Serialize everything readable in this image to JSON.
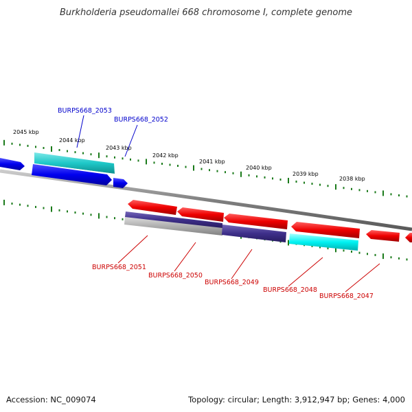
{
  "title": "Burkholderia pseudomallei 668 chromosome I, complete genome",
  "footer": {
    "accession": "Accession: NC_009074",
    "summary": "Topology: circular; Length: 3,912,947 bp; Genes: 4,000"
  },
  "colors": {
    "forward_cds": "#0000ee",
    "forward_cds_alt": "#1ec8c8",
    "reverse_cds": "#ee0000",
    "reverse_cds_alt": "#3e2f8a",
    "reverse_cyan": "#00f2f2",
    "forward_label": "#0000cc",
    "reverse_label": "#cc0000",
    "backbone": "#808080",
    "ticks": "#1a7a1a"
  },
  "kbp_labels": [
    "2045 kbp",
    "2044 kbp",
    "2043 kbp",
    "2042 kbp",
    "2041 kbp",
    "2040 kbp",
    "2039 kbp",
    "2038 kbp"
  ],
  "forward_genes": [
    {
      "id": "fwd-1",
      "label": "",
      "color": "#0000ee"
    },
    {
      "id": "fwd-2",
      "label": "BURPS668_2053",
      "color": "#1ec8c8"
    },
    {
      "id": "fwd-3",
      "label": "",
      "color": "#0000ee"
    },
    {
      "id": "fwd-4",
      "label": "BURPS668_2052",
      "color": "#0000ee"
    }
  ],
  "reverse_genes": [
    {
      "id": "rev-1",
      "label": "",
      "color": "#ee0000"
    },
    {
      "id": "rev-2",
      "label": "",
      "color": "#ee0000"
    },
    {
      "id": "rev-3",
      "label": "",
      "color": "#ee0000"
    },
    {
      "id": "rev-4",
      "label": "",
      "color": "#ee0000"
    },
    {
      "id": "rev-5",
      "label": "",
      "color": "#ee0000"
    },
    {
      "id": "rev-6",
      "label": "",
      "color": "#ee0000"
    },
    {
      "id": "rev-7",
      "label": "BURPS668_2051",
      "color": "#9a9a9a"
    },
    {
      "id": "rev-8",
      "label": "BURPS668_2050",
      "color": "#3e2f8a"
    },
    {
      "id": "rev-9",
      "label": "BURPS668_2049",
      "color": "#3e2f8a"
    },
    {
      "id": "rev-10",
      "label": "BURPS668_2048",
      "color": "#00f2f2"
    },
    {
      "id": "rev-11",
      "label": "BURPS668_2047",
      "color": "#ee0000"
    }
  ]
}
